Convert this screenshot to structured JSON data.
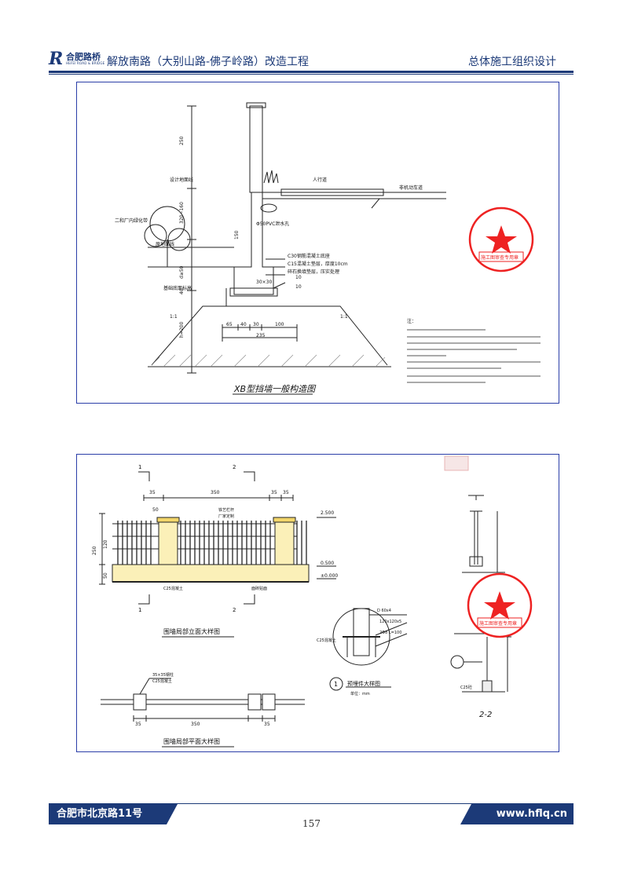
{
  "header": {
    "logo_name": "合肥路桥",
    "logo_sub": "HEFEI ROAD & BRIDGE",
    "project_title": "解放南路（大别山路-佛子岭路）改造工程",
    "doc_title": "总体施工组织设计"
  },
  "drawing1": {
    "caption": "XB型挡墙一般构造图",
    "labels": {
      "pedestrian": "人行道",
      "nonmotor": "非机动车道",
      "green": "二和厂内绿化带",
      "design_ground": "设计地面线",
      "original_ground": "原地面线",
      "base_line": "基础底面标高",
      "conc_c30": "C30钢筋混凝土底座",
      "conc_c15": "C15混凝土垫层，厚度10cm",
      "gravel": "碎石换填垫层，压实处理",
      "pipe": "Φ50PVC泄水孔",
      "dim_250": "250",
      "dim_320": "320~160",
      "dim_150": "150",
      "dim_d": "d≥50",
      "dim_40": "40",
      "dim_h": "h=200",
      "dim_30": "30×30",
      "dim_10a": "10",
      "dim_10b": "10",
      "dim_65": "65",
      "dim_40b": "40",
      "dim_30b": "30",
      "dim_100": "100",
      "dim_235": "235",
      "slope": "1:1",
      "notes_title": "注："
    }
  },
  "drawing2": {
    "elev_caption": "围墙局部立面大样图",
    "plan_caption": "围墙局部平面大样图",
    "detail_caption": "预埋件大样图",
    "section_caption": "2-2",
    "labels": {
      "cut1": "1",
      "cut2": "2",
      "d35a": "35",
      "d350": "350",
      "d35b": "35",
      "d35c": "35",
      "d50": "50",
      "d250": "250",
      "d120": "120",
      "d50b": "50",
      "el2500": "2.500",
      "el0500": "0.500",
      "el0000": "±0.000",
      "fence": "铁艺栏杆",
      "brand": "厂家定制",
      "col": "面砖贴面",
      "found": "C25混凝土",
      "plan_dim": "35×35钢柱",
      "plan_c25": "C25混凝土",
      "p35a": "35",
      "p350": "350",
      "p35b": "35",
      "det_d": "D 60x4",
      "det_plate": "120x120x5",
      "det_bolt": "2Φ8  L=100",
      "det_c25": "C25混凝土",
      "det_num": "1",
      "det_unit": "单位：mm",
      "sec_c25": "C25砼"
    }
  },
  "stamp": {
    "text": "施工图审查专用章"
  },
  "footer": {
    "address": "合肥市北京路11号",
    "website": "www.hflq.cn",
    "page": "157"
  }
}
